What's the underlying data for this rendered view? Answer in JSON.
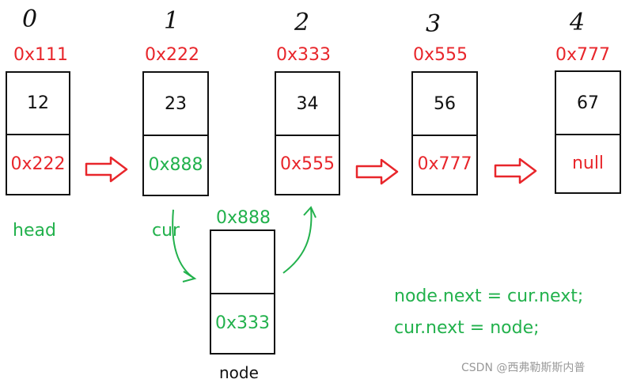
{
  "colors": {
    "address": "#e8262b",
    "green": "#22b14c",
    "ink": "#111111",
    "arrow": "#e8262b"
  },
  "nodes": [
    {
      "index": "0",
      "address": "0x111",
      "value": "12",
      "next": "0x222",
      "next_color": "#e8262b"
    },
    {
      "index": "1",
      "address": "0x222",
      "value": "23",
      "next": "0x888",
      "next_color": "#22b14c"
    },
    {
      "index": "2",
      "address": "0x333",
      "value": "34",
      "next": "0x555",
      "next_color": "#e8262b"
    },
    {
      "index": "3",
      "address": "0x555",
      "value": "56",
      "next": "0x777",
      "next_color": "#e8262b"
    },
    {
      "index": "4",
      "address": "0x777",
      "value": "67",
      "next": "null",
      "next_color": "#e8262b"
    }
  ],
  "new_node": {
    "address": "0x888",
    "value": "",
    "next": "0x333",
    "label": "node"
  },
  "labels": {
    "head": "head",
    "cur": "cur"
  },
  "code": {
    "line1": "node.next = cur.next;",
    "line2": "cur.next = node;"
  },
  "watermark": "CSDN @西弗勒斯斯内普"
}
